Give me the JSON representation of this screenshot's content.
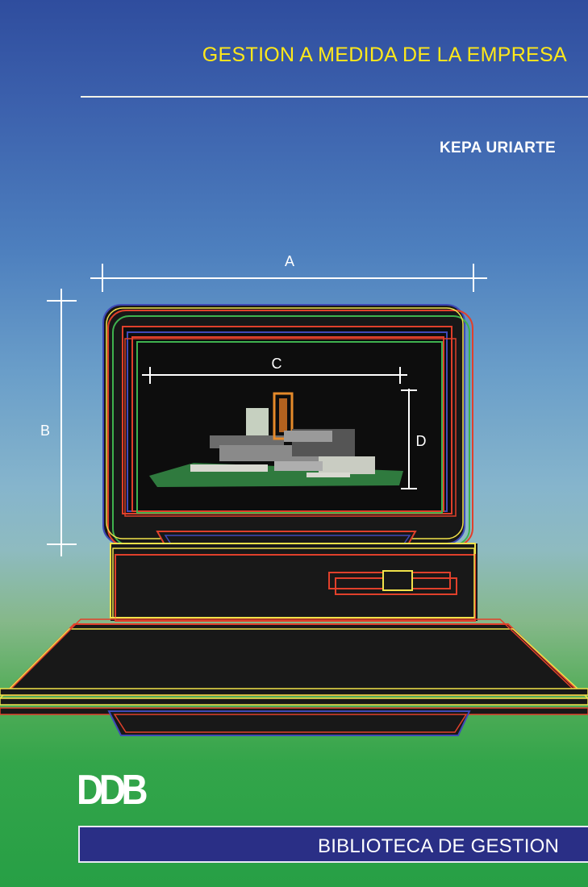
{
  "cover": {
    "title": "GESTION A MEDIDA DE LA EMPRESA",
    "author": "KEPA URIARTE",
    "publisher_logo": "DDB",
    "series": "BIBLIOTECA DE GESTION"
  },
  "illustration": {
    "subject": "computer-wireframe",
    "dimension_labels": {
      "a": "A",
      "b": "B",
      "c": "C",
      "d": "D"
    }
  },
  "colors": {
    "title_yellow": "#ffe81a",
    "band_navy": "#2a2f86",
    "outline_red": "#e0402b",
    "outline_yellow": "#f1e24a",
    "outline_green": "#3fb24e",
    "outline_blue": "#3f49b8"
  }
}
